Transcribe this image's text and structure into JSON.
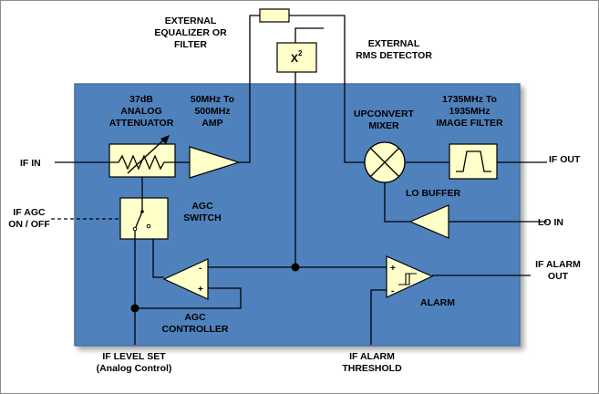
{
  "colors": {
    "block_bg": "#4f81bd",
    "block_border": "#4a6f9c",
    "component_fill": "#ffffc9",
    "amp_fill": "#ffffc9",
    "wire": "#000000"
  },
  "icons": {
    "attenuator": "variable-resistor-icon",
    "mixer": "mixer-cross-circle-icon",
    "filter": "bandpass-filter-icon",
    "switch": "spdt-switch-icon",
    "detector": "square-law-detector-icon",
    "amp": "triangle-amplifier-icon",
    "alarm": "comparator-hysteresis-icon"
  },
  "labels": {
    "ext_eq": [
      "EXTERNAL",
      "EQUALIZER OR",
      "FILTER"
    ],
    "ext_rms": [
      "EXTERNAL",
      "RMS DETECTOR"
    ],
    "x2_base": "X",
    "x2_exp": "2",
    "attenuator": [
      "37dB",
      "ANALOG",
      "ATTENUATOR"
    ],
    "amp": [
      "50MHz To",
      "500MHz",
      "AMP"
    ],
    "mixer": [
      "UPCONVERT",
      "MIXER"
    ],
    "image_filter": [
      "1735MHz To",
      "1935MHz",
      "IMAGE FILTER"
    ],
    "if_in": "IF IN",
    "if_out": "IF OUT",
    "if_agc": [
      "IF AGC",
      "ON / OFF"
    ],
    "agc_switch": [
      "AGC",
      "SWITCH"
    ],
    "lo_buffer": "LO BUFFER",
    "lo_in": "LO IN",
    "if_alarm_out": [
      "IF ALARM",
      "OUT"
    ],
    "alarm": "ALARM",
    "agc_controller": [
      "AGC",
      "CONTROLLER"
    ],
    "if_level_set": [
      "IF LEVEL SET",
      "(Analog Control)"
    ],
    "if_alarm_threshold": [
      "IF ALARM",
      "THRESHOLD"
    ],
    "plus": "+",
    "minus": "-"
  }
}
